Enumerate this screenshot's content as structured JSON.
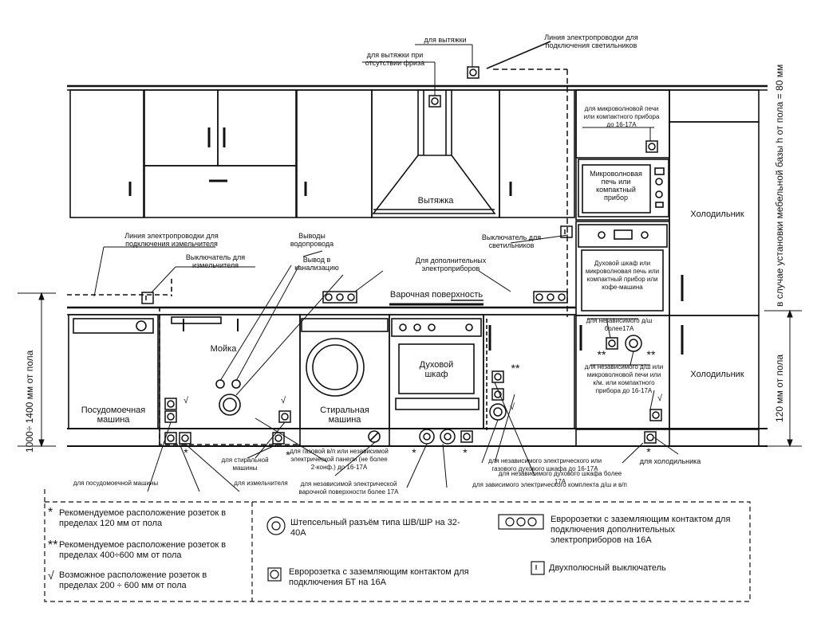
{
  "labels": {
    "hood_outlet": "для вытяжки",
    "wiring_lights": "Линия электропроводки для подключения светильников",
    "hood_no_frieze": "для вытяжки при отсутствии фриза",
    "microwave_outlet": "для микроволновой печи или компактного прибора до 16-17А",
    "hood": "Вытяжка",
    "microwave": "Микроволновая печь или компактный прибор",
    "fridge_top": "Холодильник",
    "fridge_bottom": "Холодильник",
    "wiring_chopper": "Линия электропроводки для подключения измельчителя",
    "switch_chopper": "Выключатель для измельчителя",
    "water_outlets": "Выводы водопровода",
    "sewer_outlet": "Вывод в канализацию",
    "extra_appliances": "Для дополнительных электроприборов",
    "switch_lights": "Выключатель для светильников",
    "hob": "Варочная поверхность",
    "oven_compact": "Духовой шкаф или микроволновая печь или компактный прибор или кофе-машина",
    "sink": "Мойка",
    "dishwasher": "Посудомоечная машина",
    "washer": "Стиральная машина",
    "oven": "Духовой шкаф",
    "indep_oven_17": "для независимого д/ш более17А",
    "indep_oven_mw": "для независимого д/ш или микроволновой печи или к/м. или компактного прибора до 16-17А",
    "gas_hob": "для газовой в/п или независимой электрической панели (не более 2-конф.) до 16-17А",
    "washer_socket": "для стиральной машины",
    "dishwasher_socket": "для посудомоечной машины",
    "chopper_socket": "для измельчителя",
    "indep_hob_17": "для независимой электрической варочной поверхности более 17А",
    "indep_elec_gas_oven": "для независимого электрического или газового духового шкафа до 16-17А",
    "indep_oven_17b": "для независимого духового шкафа более 17А",
    "dep_kit": "для зависимого электрического комплекта д/ш и в/п",
    "fridge_socket": "для холодильника",
    "furniture_base": "в случае установки мебельной базы h от пола = 80 мм",
    "height_120": "120 мм от пола",
    "height_1000": "1000÷ 1400 мм от пола"
  },
  "legend": {
    "star1": "Рекомендуемое расположение розеток в пределах 120 мм от пола",
    "star2": "Рекомендуемое расположение розеток в пределах 400÷600 мм от пола",
    "check": "Возможное расположение розеток в пределах 200 ÷ 600 мм от пола",
    "shv": "Штепсельный разъём типа ШВ/ШР на 32-40А",
    "euro_bt": "Евророзетка с заземляющим контактом для подключения БТ на 16А",
    "euro_triple": "Евророзетки с заземляющим контактом для подключения дополнительных электроприборов на 16А",
    "switch": "Двухполюсный выключатель",
    "sym_star1": "*",
    "sym_star2": "**",
    "sym_check": "√"
  }
}
